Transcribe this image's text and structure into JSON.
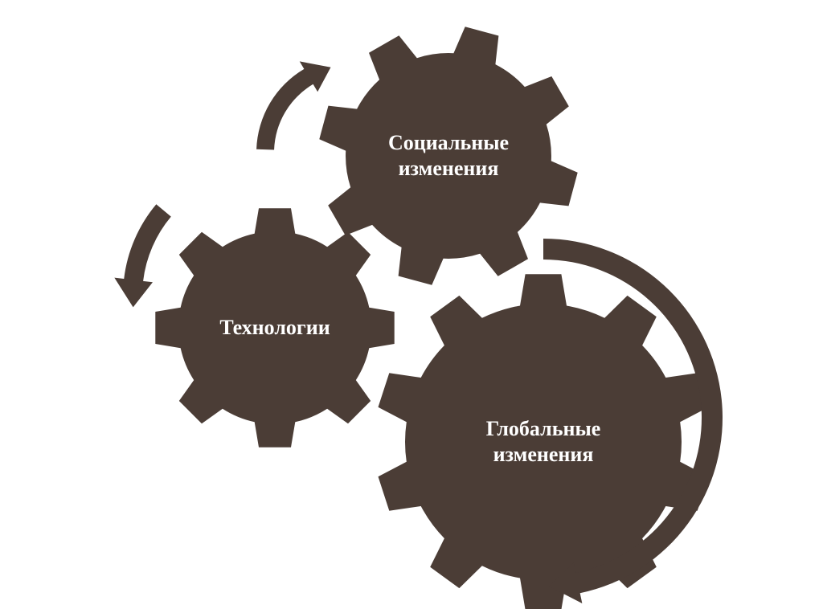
{
  "colors": {
    "gear_fill": "#4b3d36",
    "arrow_fill": "#4b3d36",
    "label_text": "#ffffff",
    "background": "#ffffff"
  },
  "gears": {
    "social": {
      "line1": "Социальные",
      "line2": "изменения"
    },
    "tech": {
      "line1": "Технологии"
    },
    "global": {
      "line1": "Глобальные",
      "line2": "изменения"
    }
  },
  "arrows": [
    {
      "id": "arrow-top",
      "direction": "up-right"
    },
    {
      "id": "arrow-left",
      "direction": "down"
    },
    {
      "id": "arrow-right",
      "direction": "down"
    }
  ]
}
